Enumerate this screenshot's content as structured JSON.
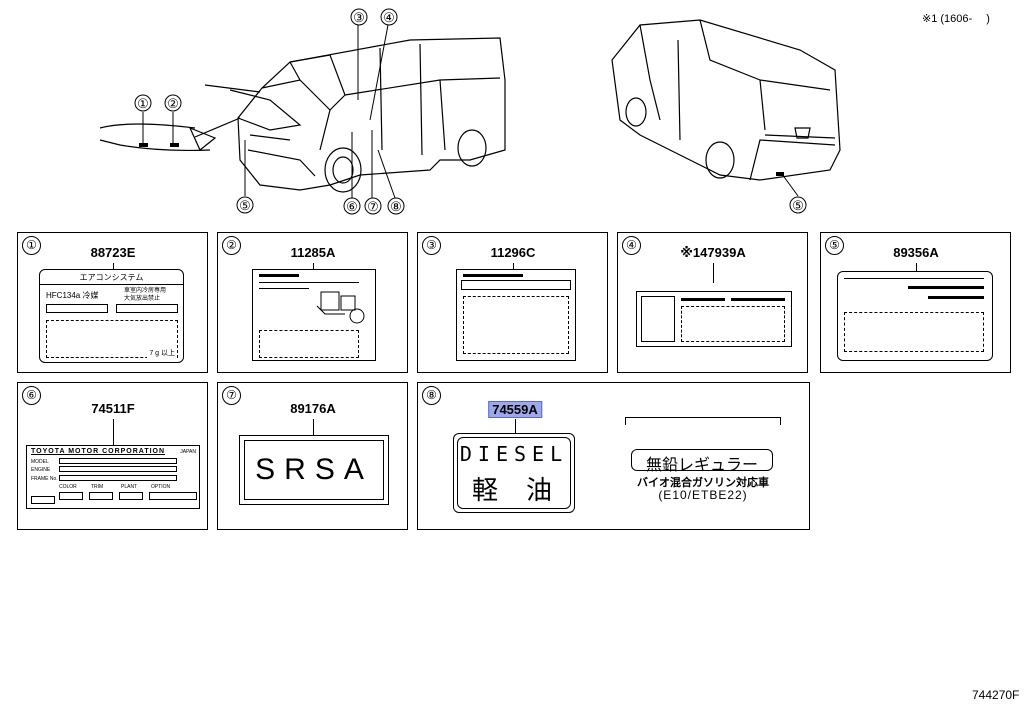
{
  "header": {
    "note": "※1 (1606-　 )"
  },
  "footer": {
    "diagram_number": "744270F"
  },
  "callouts": [
    "①",
    "②",
    "③",
    "④",
    "⑤",
    "⑥",
    "⑦",
    "⑧"
  ],
  "panels": [
    {
      "num": "①",
      "part": "88723E",
      "text": {
        "title": "エアコンシステム",
        "left": "HFC134a 冷媒",
        "right1": "車室内冷房専用",
        "right2": "大気放出禁止",
        "corner": "7 g 以上"
      }
    },
    {
      "num": "②",
      "part": "11285A"
    },
    {
      "num": "③",
      "part": "11296C"
    },
    {
      "num": "④",
      "part": "※147939A"
    },
    {
      "num": "⑤",
      "part": "89356A"
    },
    {
      "num": "⑥",
      "part": "74511F",
      "text": {
        "maker": "TOYOTA MOTOR CORPORATION",
        "country": "JAPAN",
        "model": "MODEL",
        "engine": "ENGINE",
        "frame": "FRAME No.",
        "color": "COLOR",
        "trim": "TRIM",
        "plant": "PLANT",
        "option": "OPTION"
      }
    },
    {
      "num": "⑦",
      "part": "89176A",
      "text": {
        "main": "SRSA"
      }
    },
    {
      "num": "⑧",
      "part": "74559A",
      "text": {
        "diesel": "DIESEL",
        "keiyu": "軽油",
        "unleaded": "無鉛レギュラー",
        "bio": "バイオ混合ガソリン対応車",
        "e10": "(E10/ETBE22)"
      }
    }
  ],
  "colors": {
    "highlight": "#9fa8e8",
    "line": "#000000",
    "background": "#ffffff"
  }
}
